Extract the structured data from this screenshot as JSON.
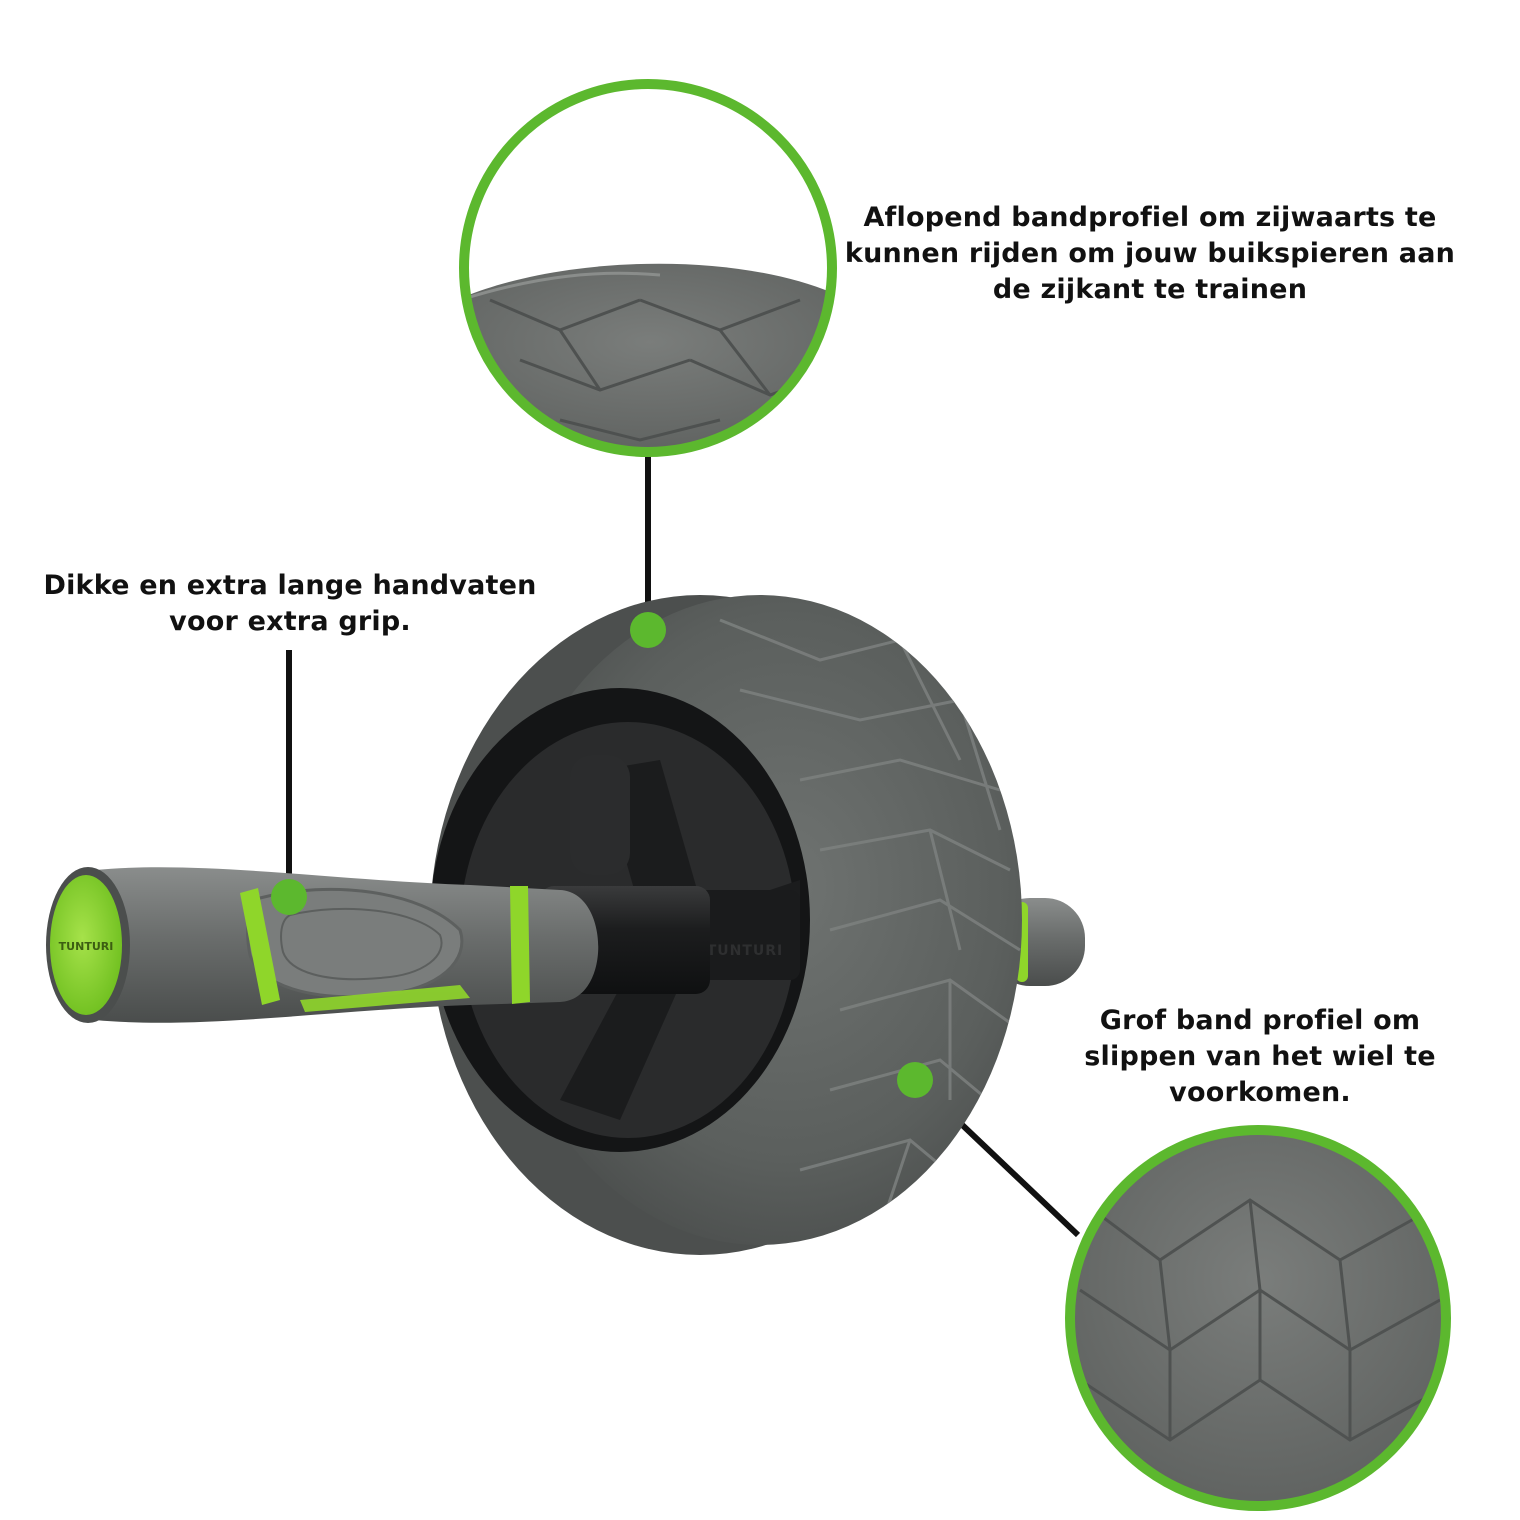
{
  "colors": {
    "accent_green": "#5cb82e",
    "lime": "#8fd62a",
    "rubber_gray": "#5e6160",
    "rim_black": "#1e1f20",
    "leader_line": "#111111",
    "background": "#ffffff"
  },
  "callouts": {
    "top": {
      "lines": [
        "Aflopend bandprofiel om zijwaarts te",
        "kunnen rijden om jouw buikspieren aan",
        "de zijkant te trainen"
      ]
    },
    "left": {
      "lines": [
        "Dikke en extra lange handvaten",
        "voor extra grip."
      ]
    },
    "right": {
      "lines": [
        "Grof band profiel om",
        "slippen van het wiel te",
        "voorkomen."
      ]
    }
  },
  "product": {
    "handle_cap_logo": "TUNTURI",
    "hub_logo": "TUNTURI"
  }
}
